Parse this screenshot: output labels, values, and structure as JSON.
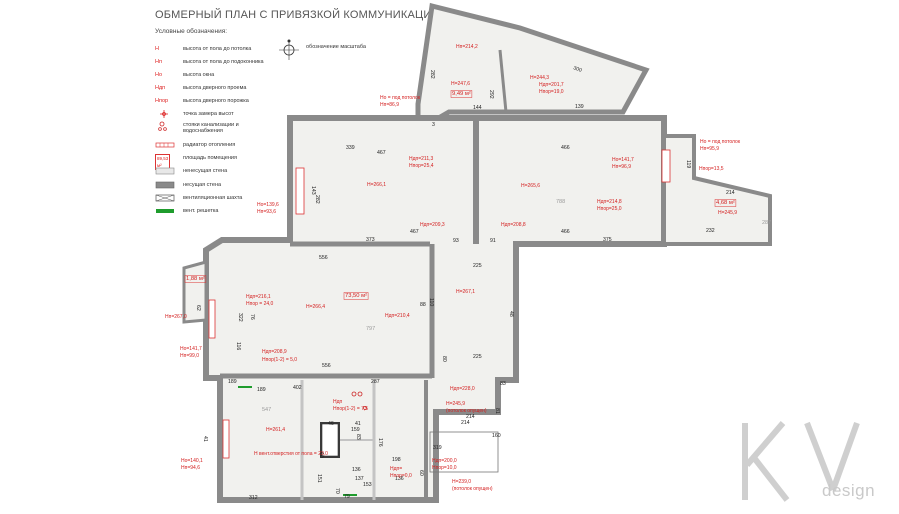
{
  "title": "ОБМЕРНЫЙ ПЛАН С ПРИВЯЗКОЙ КОММУНИКАЦИЙ",
  "legend": {
    "heading": "Условные обозначения:",
    "items": [
      {
        "symbol": "H",
        "text": "высота от пола до потолка"
      },
      {
        "symbol": "Hп",
        "text": "высота от пола до подоконника"
      },
      {
        "symbol": "Hо",
        "text": "высота окна"
      },
      {
        "symbol": "Hдп",
        "text": "высота дверного проема"
      },
      {
        "symbol": "Hпор",
        "text": "высота дверного порожка"
      },
      {
        "symbol": "",
        "text": "точка замера высот"
      },
      {
        "symbol": "",
        "text": "стояки канализации и водоснабжения"
      },
      {
        "symbol": "",
        "text": "радиатор отопления"
      },
      {
        "symbol": "89,53 м²",
        "text": "площадь помещения"
      },
      {
        "symbol": "",
        "text": "ненесущая стена"
      },
      {
        "symbol": "",
        "text": "несущая стена"
      },
      {
        "symbol": "",
        "text": "вентиляционная шахта"
      },
      {
        "symbol": "",
        "text": "вент. решетка"
      }
    ],
    "scale_label": "обозначение масштаба"
  },
  "colors": {
    "wall_bearing": "#8a8a8a",
    "wall_light": "#c4c4c4",
    "floor": "#f1f1ee",
    "dim_text": "#222222",
    "red_note": "#d42020",
    "green_vent": "#1f9c2d"
  },
  "plan": {
    "dimensions": [
      "339",
      "467",
      "373",
      "467",
      "466",
      "466",
      "375",
      "556",
      "556",
      "402",
      "312",
      "189",
      "287",
      "189",
      "225",
      "225",
      "214",
      "144",
      "139",
      "93",
      "91",
      "214",
      "232",
      "119",
      "143",
      "282",
      "322",
      "116",
      "76",
      "46",
      "41",
      "62",
      "41",
      "80",
      "60",
      "83",
      "136",
      "151",
      "176",
      "136",
      "137",
      "153",
      "198",
      "159",
      "79",
      "70",
      "48",
      "83",
      "160",
      "214",
      "319",
      "81",
      "110",
      "88",
      "60",
      "3",
      "282",
      "292",
      "300"
    ],
    "notes": [
      "Hп=214,2",
      "H=247,6",
      "9,49 м²",
      "H=244,3",
      "Hдп=201,7",
      "Hпор=19,0",
      "Hо = под потолок",
      "Hп=86,9",
      "Hдп=211,3",
      "Hпор=25,4",
      "H=266,1",
      "H=265,6",
      "Hо=141,7",
      "Hп=96,9",
      "Hдп=214,8",
      "Hпор=25,0",
      "Hо = под потолок",
      "Hп=95,9",
      "Hпор=13,5",
      "4,68 м²",
      "H=245,9",
      "Hо=139,6",
      "Hп=93,6",
      "Hдп=209,3",
      "Hдп=208,8",
      "1,88 м²",
      "Hп=267,0",
      "Hдп=216,1",
      "Hпор = 24,0",
      "H=266,4",
      "73,50 м²",
      "Hдп=210,4",
      "H=267,1",
      "Hо=141,7",
      "Hп=99,0",
      "Hдп=208,9",
      "Hпор(1-2) = 5,0",
      "Hдп=228,0",
      "H=245,9",
      "(потолок опущен)",
      "Hдп",
      "Hпор(1-2) = 7,5",
      "H=261,4",
      "Hо=140,1",
      "Hп=94,6",
      "H вент.отверстия от пола = 23,0",
      "Hдп=200,0",
      "Hпор=10,0",
      "H=239,0",
      "(потолок опущен)",
      "Hдп=",
      "Hпор=0,0"
    ],
    "room_codes": [
      "788",
      "797",
      "547",
      "287"
    ]
  },
  "watermark": "design"
}
